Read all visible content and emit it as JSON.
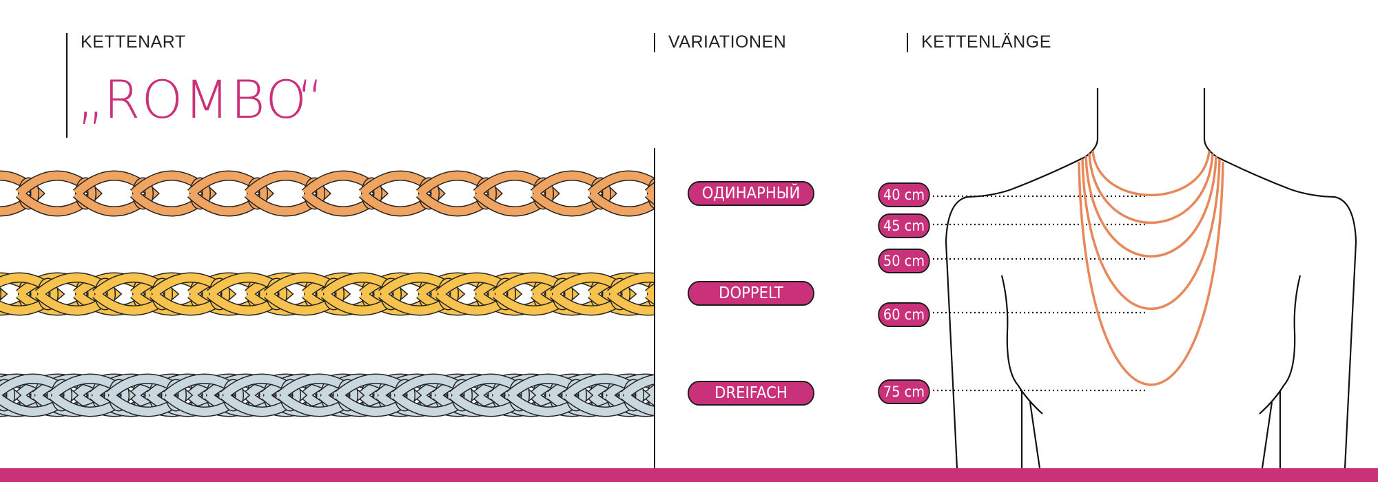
{
  "header": {
    "chain_type_label": "KETTENART",
    "chain_name": "„ROMBO“",
    "variations_label": "VARIATIONEN",
    "length_label": "KETTENLÄNGE"
  },
  "variations": [
    {
      "label": "ОДИНАРНЫЙ",
      "color": "#f0a462",
      "strands": 1
    },
    {
      "label": "DOPPELT",
      "color": "#f7c34e",
      "strands": 2
    },
    {
      "label": "DREIFACH",
      "color": "#c9d7df",
      "strands": 3
    }
  ],
  "lengths": [
    {
      "label": "40 cm",
      "value": 40
    },
    {
      "label": "45 cm",
      "value": 45
    },
    {
      "label": "50 cm",
      "value": 50
    },
    {
      "label": "60 cm",
      "value": 60
    },
    {
      "label": "75 cm",
      "value": 75
    }
  ],
  "colors": {
    "accent": "#c9317a",
    "necklace": "#e8875a",
    "outline": "#111111"
  }
}
